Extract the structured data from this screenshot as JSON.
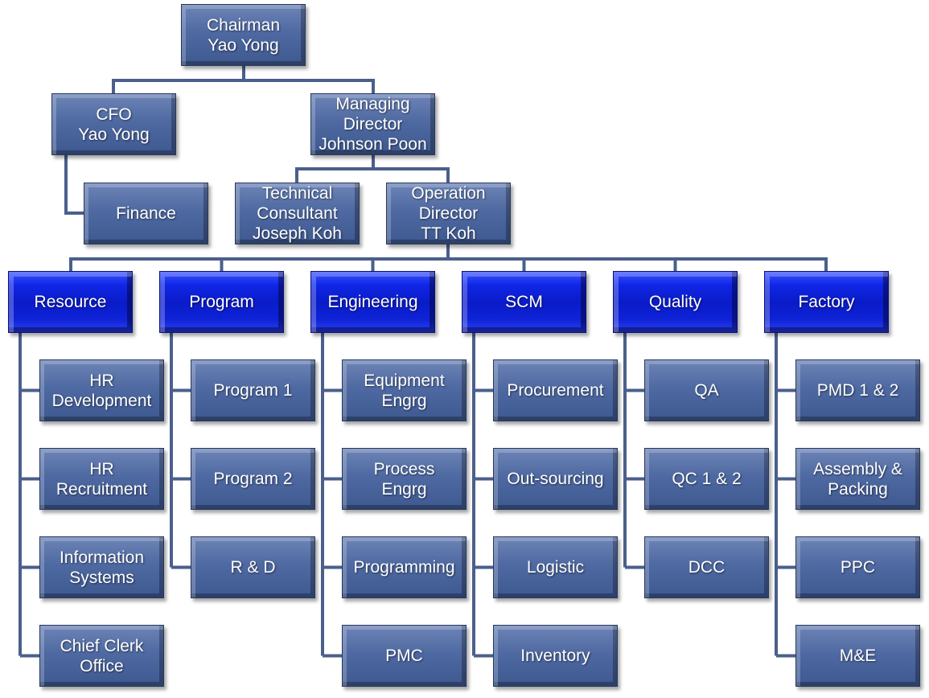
{
  "diagram": {
    "line_color": "#4b5f8c",
    "std_box_color": "#4f6aa2",
    "dept_box_color": "#0a1cc8",
    "top": [
      {
        "id": "chairman",
        "lines": [
          "Chairman",
          "Yao Yong"
        ]
      },
      {
        "id": "cfo",
        "lines": [
          "CFO",
          "Yao Yong"
        ]
      },
      {
        "id": "md",
        "lines": [
          "Managing",
          "Director",
          "Johnson Poon"
        ]
      },
      {
        "id": "finance",
        "lines": [
          "Finance"
        ]
      },
      {
        "id": "tech",
        "lines": [
          "Technical",
          "Consultant",
          "Joseph Koh"
        ]
      },
      {
        "id": "od",
        "lines": [
          "Operation",
          "Director",
          "TT Koh"
        ]
      }
    ],
    "departments": [
      {
        "name": "Resource",
        "children": [
          [
            "HR",
            "Development"
          ],
          [
            "HR",
            "Recruitment"
          ],
          [
            "Information",
            "Systems"
          ],
          [
            "Chief Clerk",
            "Office"
          ]
        ]
      },
      {
        "name": "Program",
        "children": [
          [
            "Program 1"
          ],
          [
            "Program 2"
          ],
          [
            "R & D"
          ]
        ]
      },
      {
        "name": "Engineering",
        "children": [
          [
            "Equipment",
            "Engrg"
          ],
          [
            "Process",
            "Engrg"
          ],
          [
            "Programming"
          ],
          [
            "PMC"
          ]
        ]
      },
      {
        "name": "SCM",
        "children": [
          [
            "Procurement"
          ],
          [
            "Out-sourcing"
          ],
          [
            "Logistic"
          ],
          [
            "Inventory"
          ]
        ]
      },
      {
        "name": "Quality",
        "children": [
          [
            "QA"
          ],
          [
            "QC 1 & 2"
          ],
          [
            "DCC"
          ]
        ]
      },
      {
        "name": "Factory",
        "children": [
          [
            "PMD 1 & 2"
          ],
          [
            "Assembly &",
            "Packing"
          ],
          [
            "PPC"
          ],
          [
            "M&E"
          ]
        ]
      }
    ]
  }
}
